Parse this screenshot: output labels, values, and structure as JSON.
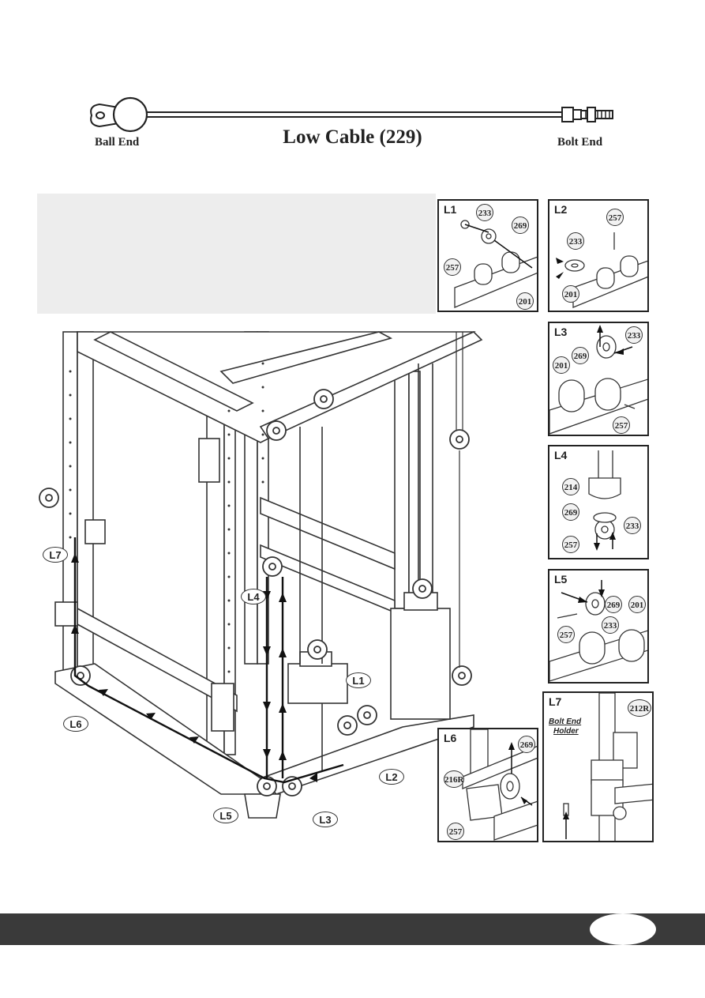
{
  "cable": {
    "title": "Low Cable  (229)",
    "ball_end_label": "Ball End",
    "bolt_end_label": "Bolt End"
  },
  "main_callouts": [
    "L1",
    "L2",
    "L3",
    "L4",
    "L5",
    "L6",
    "L7"
  ],
  "panels": [
    {
      "id": "L1",
      "title": "L1",
      "parts": [
        "233",
        "269",
        "257",
        "201"
      ]
    },
    {
      "id": "L2",
      "title": "L2",
      "parts": [
        "257",
        "233",
        "201"
      ]
    },
    {
      "id": "L3",
      "title": "L3",
      "parts": [
        "233",
        "201",
        "269",
        "257"
      ]
    },
    {
      "id": "L4",
      "title": "L4",
      "parts": [
        "214",
        "269",
        "233",
        "257"
      ]
    },
    {
      "id": "L5",
      "title": "L5",
      "parts": [
        "269",
        "201",
        "257",
        "233"
      ]
    },
    {
      "id": "L6",
      "title": "L6",
      "parts": [
        "269",
        "216R",
        "257"
      ]
    },
    {
      "id": "L7",
      "title": "L7",
      "parts": [
        "212R"
      ],
      "holder_label_1": "Bolt End",
      "holder_label_2": "Holder"
    }
  ],
  "colors": {
    "ink": "#222222",
    "footer": "#3a3a3a",
    "shade": "#ededed"
  }
}
